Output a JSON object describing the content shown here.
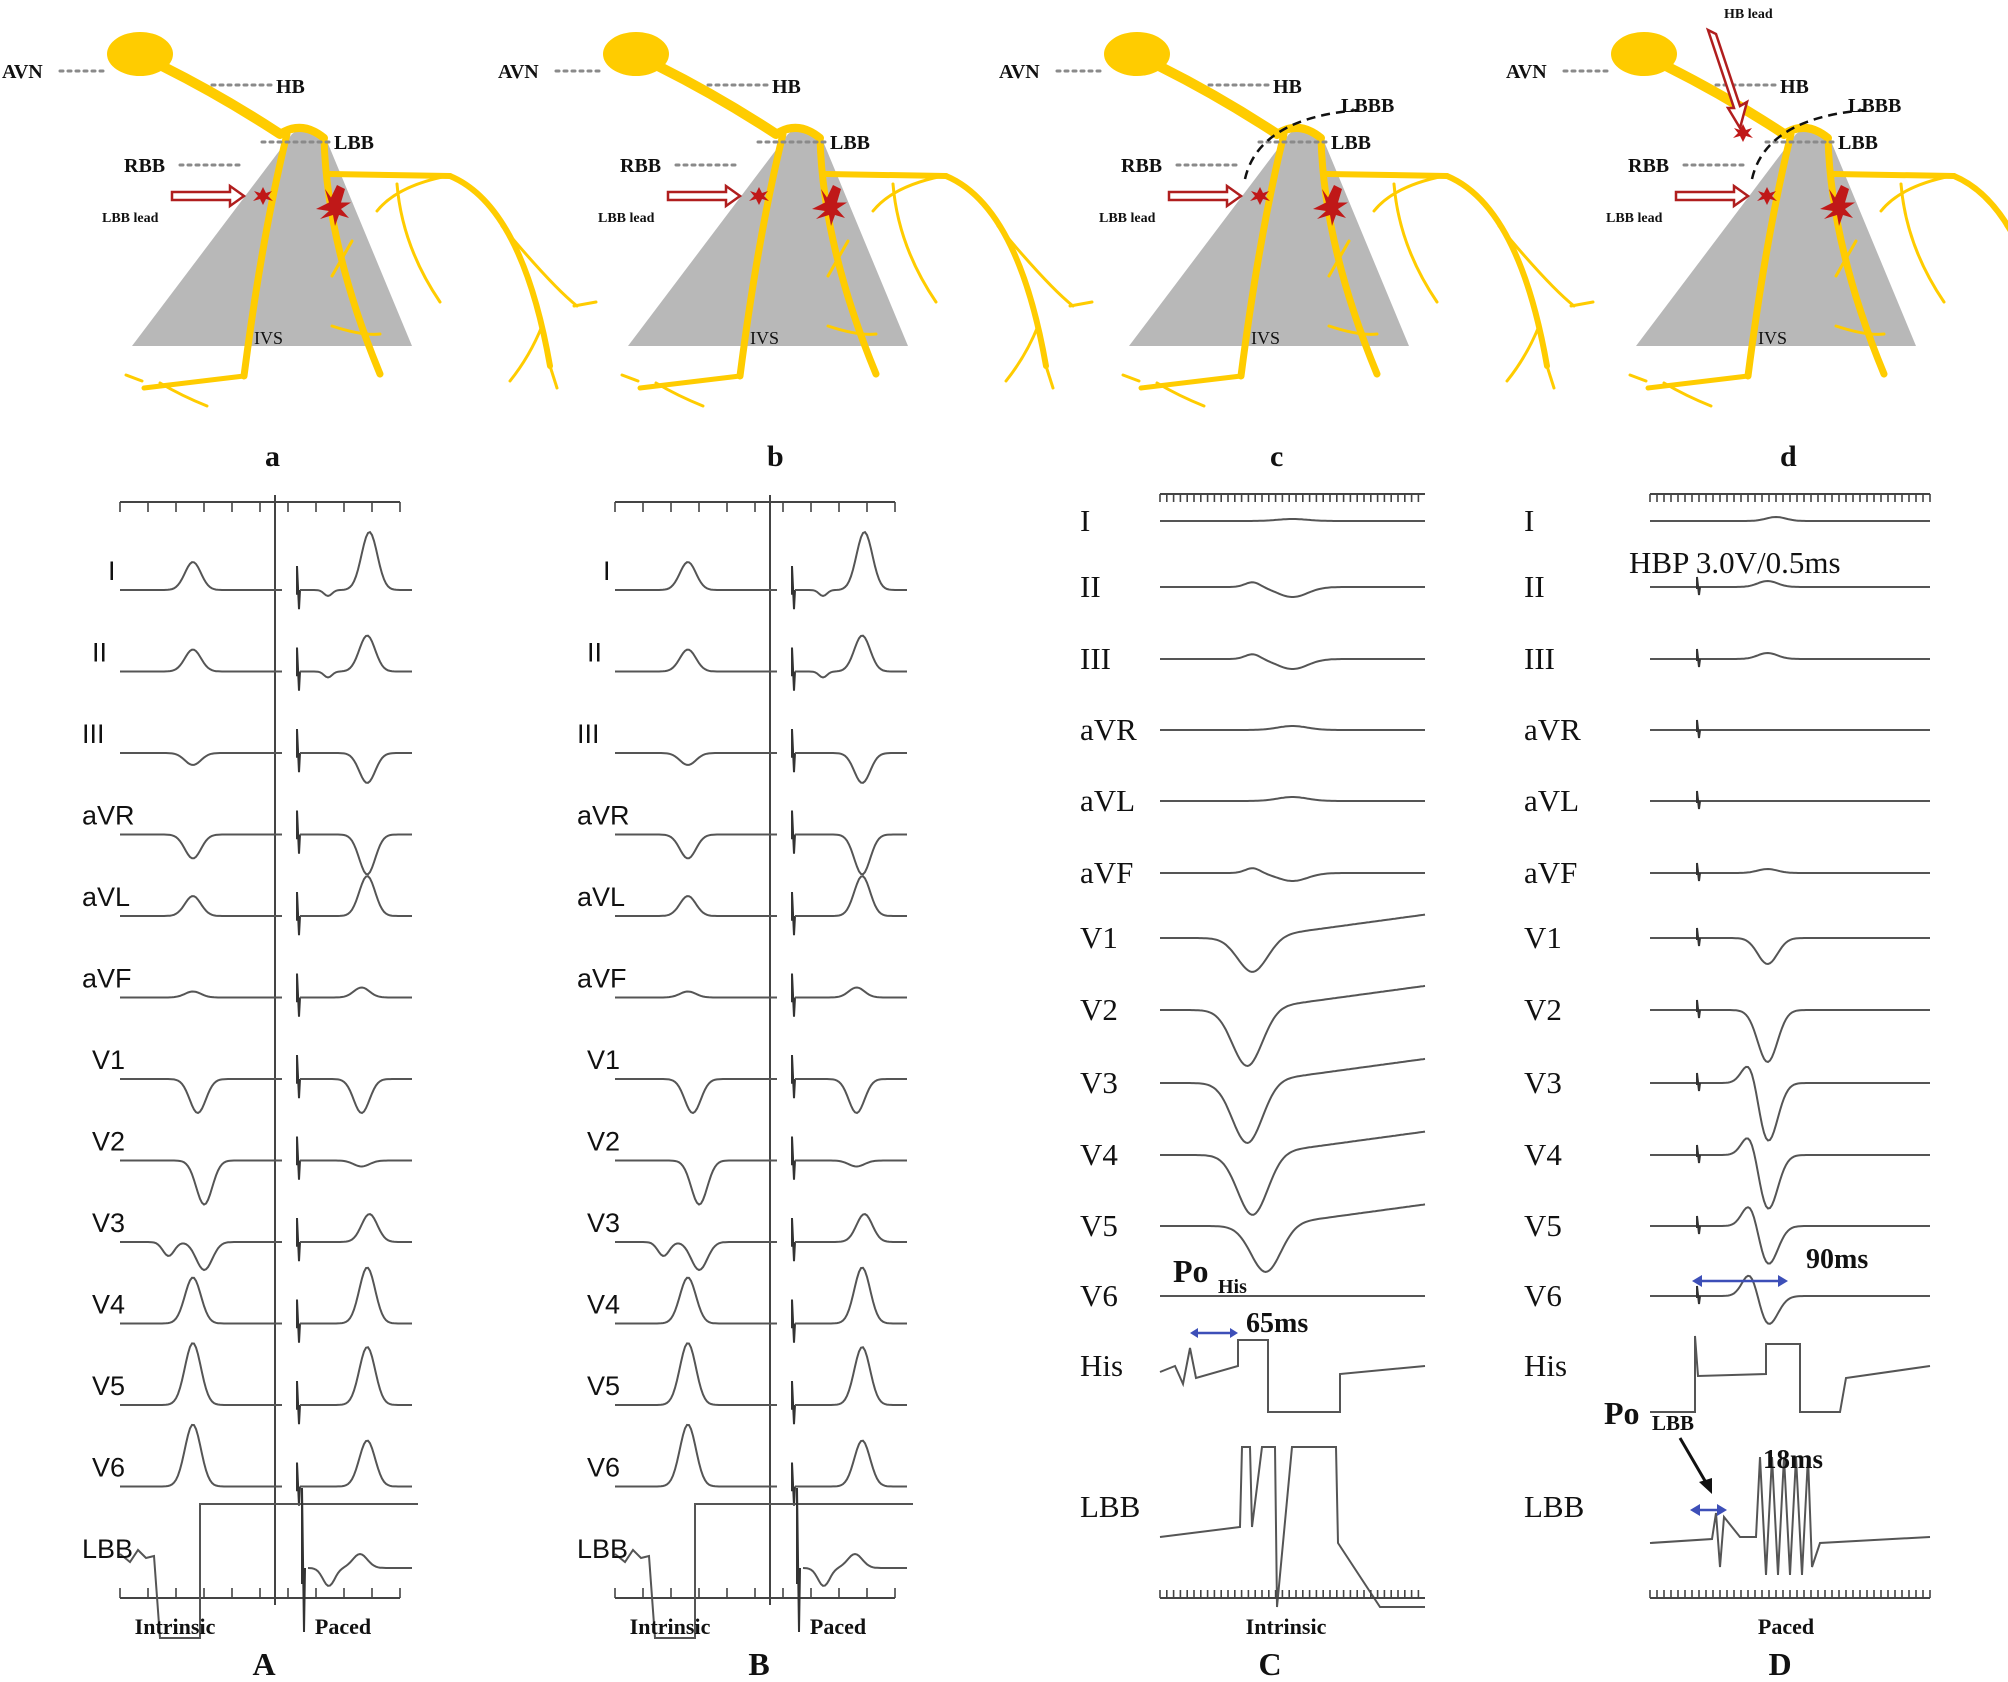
{
  "panels_top": [
    {
      "label": "a",
      "anat": {
        "avn": "AVN",
        "hb": "HB",
        "lbb": "LBB",
        "rbb": "RBB",
        "ivs": "IVS",
        "lead": "LBB lead"
      }
    },
    {
      "label": "b",
      "anat": {
        "avn": "AVN",
        "hb": "HB",
        "lbb": "LBB",
        "rbb": "RBB",
        "ivs": "IVS",
        "lead": "LBB lead"
      }
    },
    {
      "label": "c",
      "anat": {
        "avn": "AVN",
        "hb": "HB",
        "lbb": "LBB",
        "rbb": "RBB",
        "ivs": "IVS",
        "lead": "LBB lead",
        "lbbb": "LBBB"
      }
    },
    {
      "label": "d",
      "anat": {
        "avn": "AVN",
        "hb": "HB",
        "lbb": "LBB",
        "rbb": "RBB",
        "ivs": "IVS",
        "lead": "LBB lead",
        "lbbb": "LBBB",
        "hb_lead": "HB lead"
      }
    }
  ],
  "ecg_leads_sans": [
    "I",
    "II",
    "III",
    "aVR",
    "aVL",
    "aVF",
    "V1",
    "V2",
    "V3",
    "V4",
    "V5",
    "V6",
    "LBB"
  ],
  "ecg_leads_serif": [
    "I",
    "II",
    "III",
    "aVR",
    "aVL",
    "aVF",
    "V1",
    "V2",
    "V3",
    "V4",
    "V5",
    "V6",
    "His",
    "LBB"
  ],
  "panel_A": {
    "label": "A",
    "intrinsic": "Intrinsic",
    "paced": "Paced"
  },
  "panel_B": {
    "label": "B",
    "intrinsic": "Intrinsic",
    "paced": "Paced"
  },
  "panel_C": {
    "label": "C",
    "caption": "Intrinsic",
    "po_main": "Po",
    "po_sub": "His",
    "interval": "65ms"
  },
  "panel_D": {
    "label": "D",
    "caption": "Paced",
    "hbp": "HBP 3.0V/0.5ms",
    "po_main": "Po",
    "po_sub": "LBB",
    "interval1": "90ms",
    "interval2": "18ms"
  },
  "colors": {
    "bundle": "#FFCC00",
    "septum": "#B8B8B8",
    "lead": "#B01E1E",
    "trace": "#555555",
    "caliper": "#3D4FB8"
  }
}
